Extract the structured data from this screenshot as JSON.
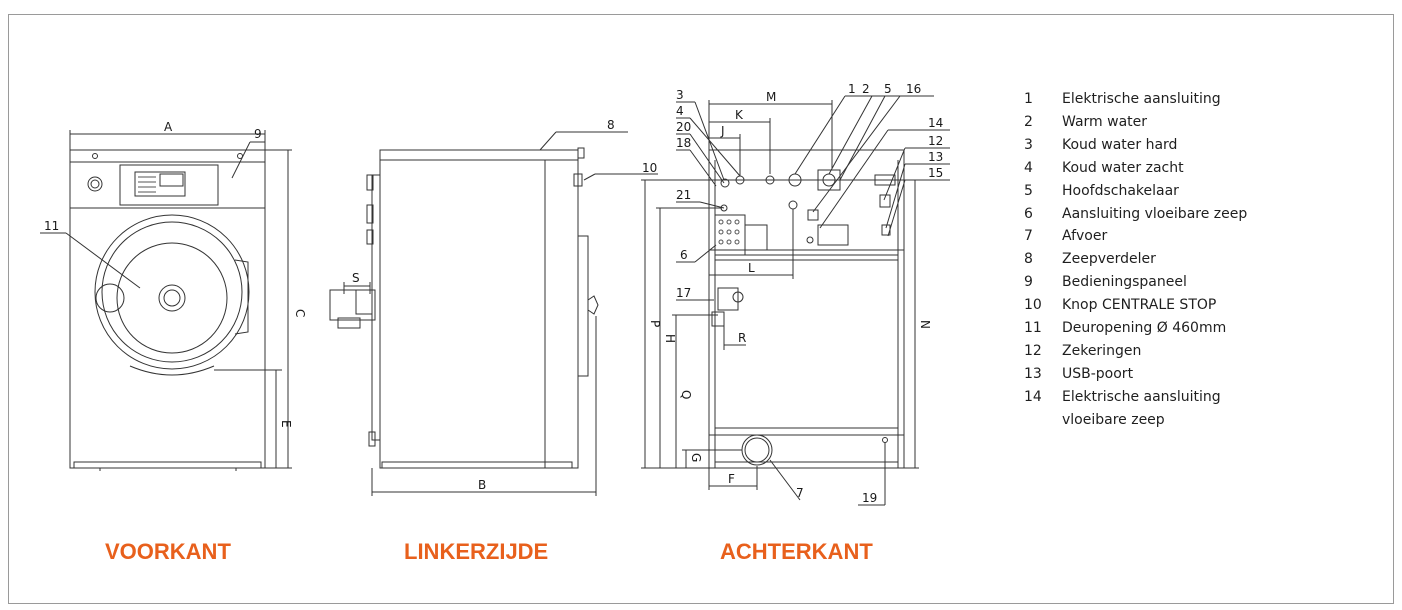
{
  "views": {
    "front": {
      "title": "VOORKANT",
      "dims": {
        "width": "A",
        "height": "C",
        "door_height": "E"
      },
      "callouts": [
        "9",
        "11"
      ]
    },
    "left": {
      "title": "LINKERZIJDE",
      "dims": {
        "depth": "B",
        "outlet": "S"
      },
      "callouts": [
        "8",
        "10"
      ]
    },
    "rear": {
      "title": "ACHTERKANT",
      "dims": {
        "j": "J",
        "k": "K",
        "m": "M",
        "l": "L",
        "r": "R",
        "f": "F",
        "g": "G",
        "p": "P",
        "h": "H",
        "q": "Q",
        "n": "N"
      },
      "callouts": [
        "3",
        "4",
        "20",
        "18",
        "21",
        "6",
        "1",
        "2",
        "5",
        "16",
        "14",
        "12",
        "13",
        "15",
        "17",
        "7",
        "19"
      ]
    }
  },
  "legend": [
    {
      "num": "1",
      "text": "Elektrische aansluiting"
    },
    {
      "num": "2",
      "text": "Warm water"
    },
    {
      "num": "3",
      "text": "Koud water hard"
    },
    {
      "num": "4",
      "text": "Koud water zacht"
    },
    {
      "num": "5",
      "text": "Hoofdschakelaar"
    },
    {
      "num": "6",
      "text": "Aansluiting vloeibare zeep"
    },
    {
      "num": "7",
      "text": "Afvoer"
    },
    {
      "num": "8",
      "text": "Zeepverdeler"
    },
    {
      "num": "9",
      "text": "Bedieningspaneel"
    },
    {
      "num": "10",
      "text": "Knop CENTRALE STOP"
    },
    {
      "num": "11",
      "text": "Deuropening Ø 460mm"
    },
    {
      "num": "12",
      "text": "Zekeringen"
    },
    {
      "num": "13",
      "text": "USB-poort"
    },
    {
      "num": "14",
      "text": "Elektrische aansluiting",
      "text2": "vloeibare zeep"
    }
  ],
  "colors": {
    "accent": "#e8601c",
    "line": "#333333",
    "frame": "#9a9a9a"
  }
}
